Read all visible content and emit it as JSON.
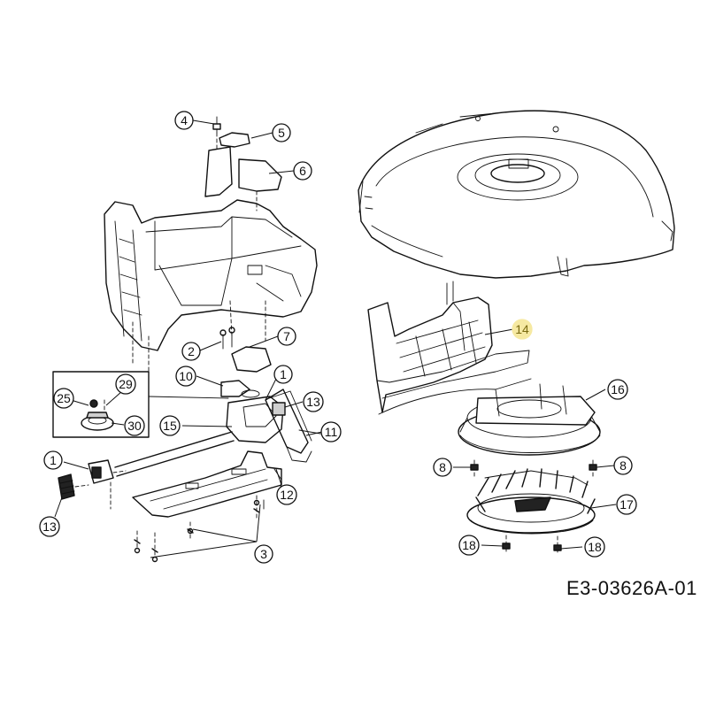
{
  "diagram": {
    "reference_code": "E3-03626A-01",
    "highlight_color": "#f6e9a2",
    "callouts": [
      {
        "id": "c4",
        "label": "4"
      },
      {
        "id": "c5",
        "label": "5"
      },
      {
        "id": "c6",
        "label": "6"
      },
      {
        "id": "c2",
        "label": "2"
      },
      {
        "id": "c7",
        "label": "7"
      },
      {
        "id": "c10",
        "label": "10"
      },
      {
        "id": "c1a",
        "label": "1"
      },
      {
        "id": "c25",
        "label": "25"
      },
      {
        "id": "c29",
        "label": "29"
      },
      {
        "id": "c30",
        "label": "30"
      },
      {
        "id": "c13a",
        "label": "13"
      },
      {
        "id": "c15",
        "label": "15"
      },
      {
        "id": "c11",
        "label": "11"
      },
      {
        "id": "c1b",
        "label": "1"
      },
      {
        "id": "c12",
        "label": "12"
      },
      {
        "id": "c13b",
        "label": "13"
      },
      {
        "id": "c3",
        "label": "3"
      },
      {
        "id": "c14",
        "label": "14",
        "highlighted": true
      },
      {
        "id": "c16",
        "label": "16"
      },
      {
        "id": "c8a",
        "label": "8"
      },
      {
        "id": "c8b",
        "label": "8"
      },
      {
        "id": "c17",
        "label": "17"
      },
      {
        "id": "c18a",
        "label": "18"
      },
      {
        "id": "c18b",
        "label": "18"
      }
    ]
  }
}
